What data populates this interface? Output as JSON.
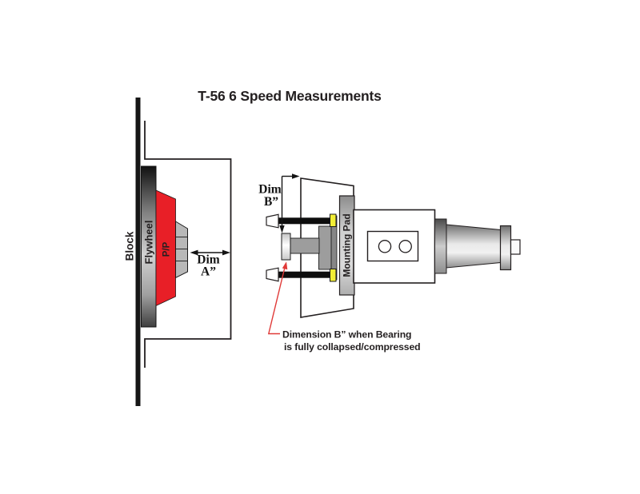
{
  "title": "T-56 6 Speed Measurements",
  "left_assembly": {
    "block_label": "Block",
    "flywheel_label": "Flywheel",
    "pressure_plate_label": "P/P",
    "dim_a": {
      "line1": "Dim",
      "line2": "A”"
    }
  },
  "right_assembly": {
    "mounting_pad_label": "Mounting Pad",
    "dim_b": {
      "line1": "Dim",
      "line2": "B”"
    }
  },
  "annotation": {
    "line1": "Dimension B” when Bearing",
    "line2": "is fully collapsed/compressed"
  },
  "colors": {
    "pressure_plate_red": "#e81f27",
    "leader_red": "#e03a38",
    "washer_yellow": "#f2ee35",
    "ink": "#231f20"
  }
}
